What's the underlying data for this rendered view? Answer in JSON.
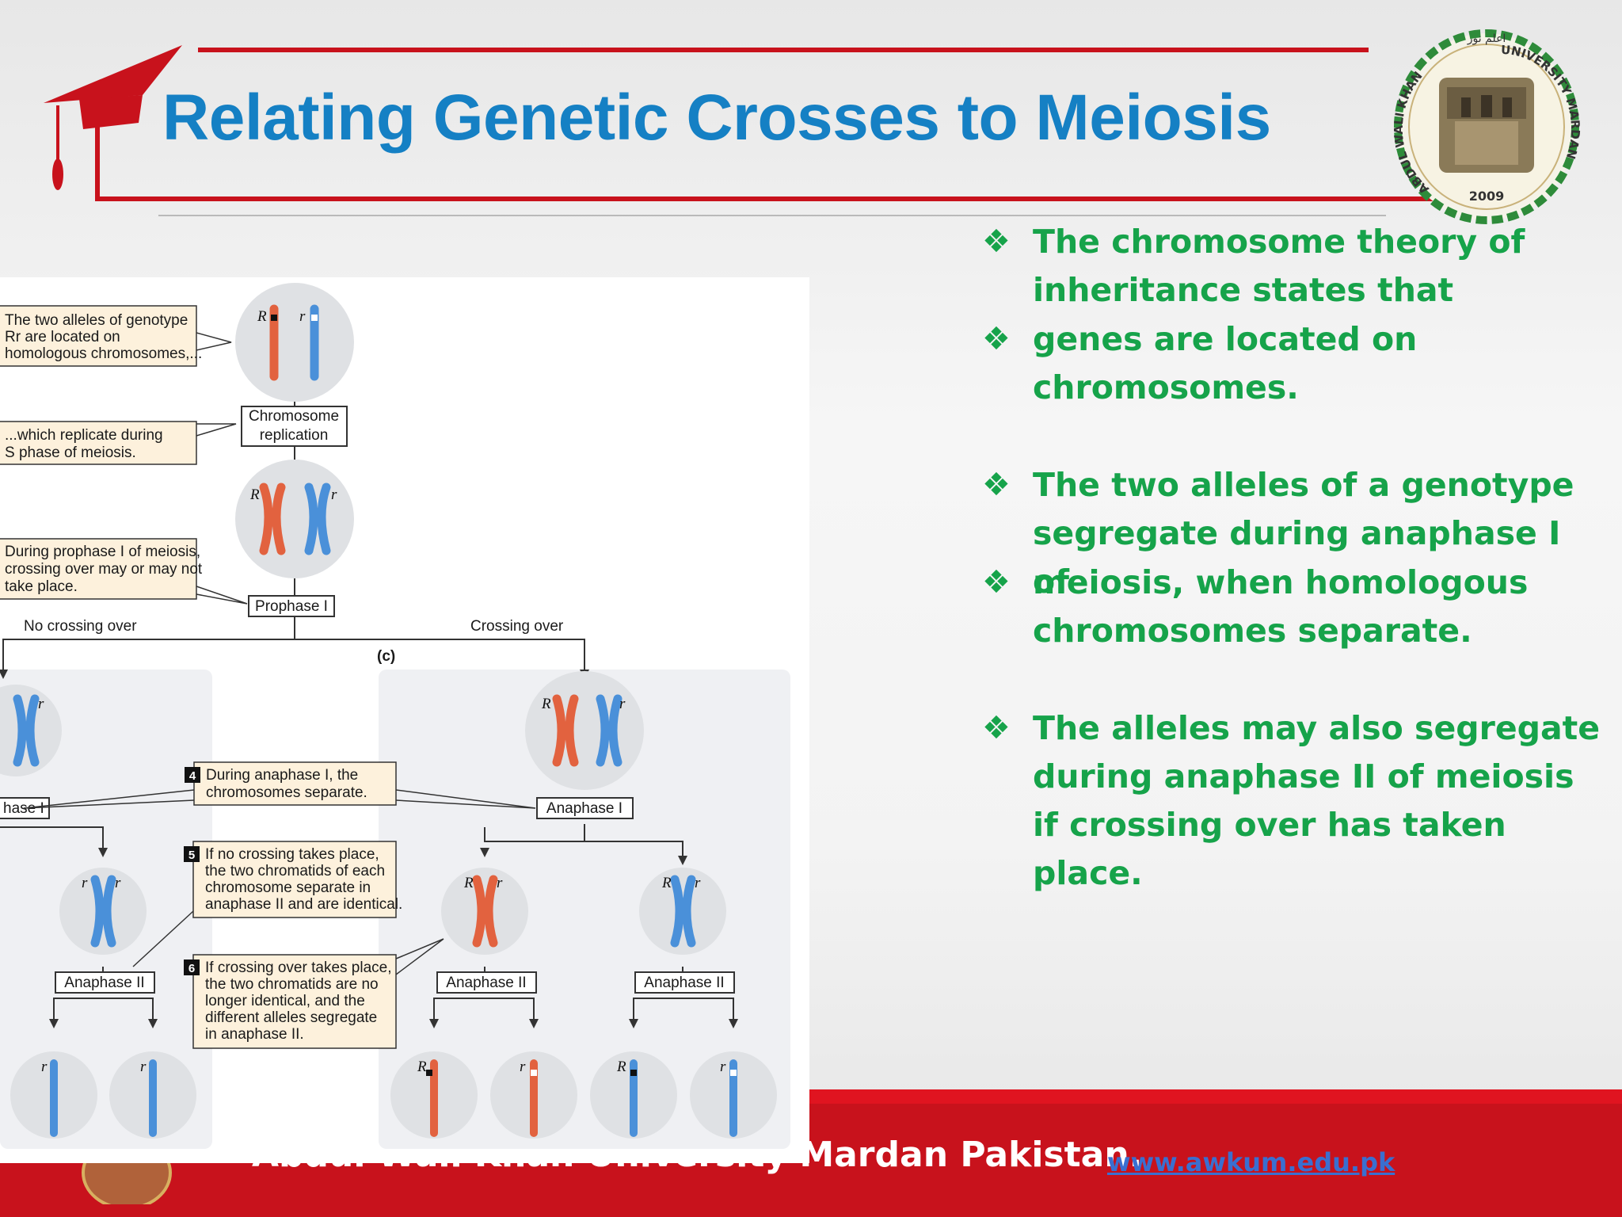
{
  "slide": {
    "title": "Relating Genetic Crosses to Meiosis",
    "logo_text": "ABDUL WALI KHAN UNIVERSITY MARDAN",
    "logo_year": "2009",
    "logo_motto": "اعلم نور"
  },
  "bullets": [
    {
      "icon": "❖",
      "text": "The chromosome theory of inheritance states that"
    },
    {
      "icon": "❖",
      "text": "genes are located on chromosomes."
    },
    {
      "icon": "❖",
      "text": "The two alleles of a genotype segregate during anaphase I of"
    },
    {
      "icon": "❖",
      "text": "meiosis, when homologous chromosomes separate."
    },
    {
      "icon": "❖",
      "text": "The alleles may also segregate during anaphase II of meiosis if crossing over has taken place."
    }
  ],
  "diagram": {
    "callouts": {
      "c1": [
        "The two alleles of genotype",
        "Rr are located on",
        "homologous chromosomes,..."
      ],
      "c2": [
        "...which replicate during",
        "S phase of meiosis."
      ],
      "c3": [
        "During prophase I of meiosis,",
        "crossing over may or may not",
        "take place."
      ],
      "c4": [
        "During anaphase I, the",
        "chromosomes separate."
      ],
      "c5": [
        "If no crossing takes place,",
        "the two chromatids of each",
        "chromosome separate in",
        "anaphase II and are identical."
      ],
      "c6": [
        "If crossing over takes place,",
        "the two chromatids are no",
        "longer identical, and the",
        "different alleles segregate",
        "in anaphase II."
      ]
    },
    "step_numbers": [
      "4",
      "5",
      "6"
    ],
    "labels": {
      "chromosome_replication": [
        "Chromosome",
        "replication"
      ],
      "prophase_1": "Prophase I",
      "no_crossing_over": "No crossing over",
      "crossing_over": "Crossing over",
      "panel_c": "(c)",
      "anaphase_1_left": "hase I",
      "anaphase_1_right": "Anaphase I",
      "anaphase_2": "Anaphase II"
    },
    "alleles": {
      "dominant": "R",
      "recessive": "r"
    }
  },
  "footer": {
    "text": "Abdul Wali Khan University Mardan Pakistan.",
    "link": "www.awkum.edu.pk"
  },
  "colors": {
    "title_blue": "#1580c4",
    "bullet_green": "#16a34a",
    "accent_red": "#c8121c",
    "chromosome_red": "#e2623f",
    "chromosome_blue": "#4a90d9"
  }
}
